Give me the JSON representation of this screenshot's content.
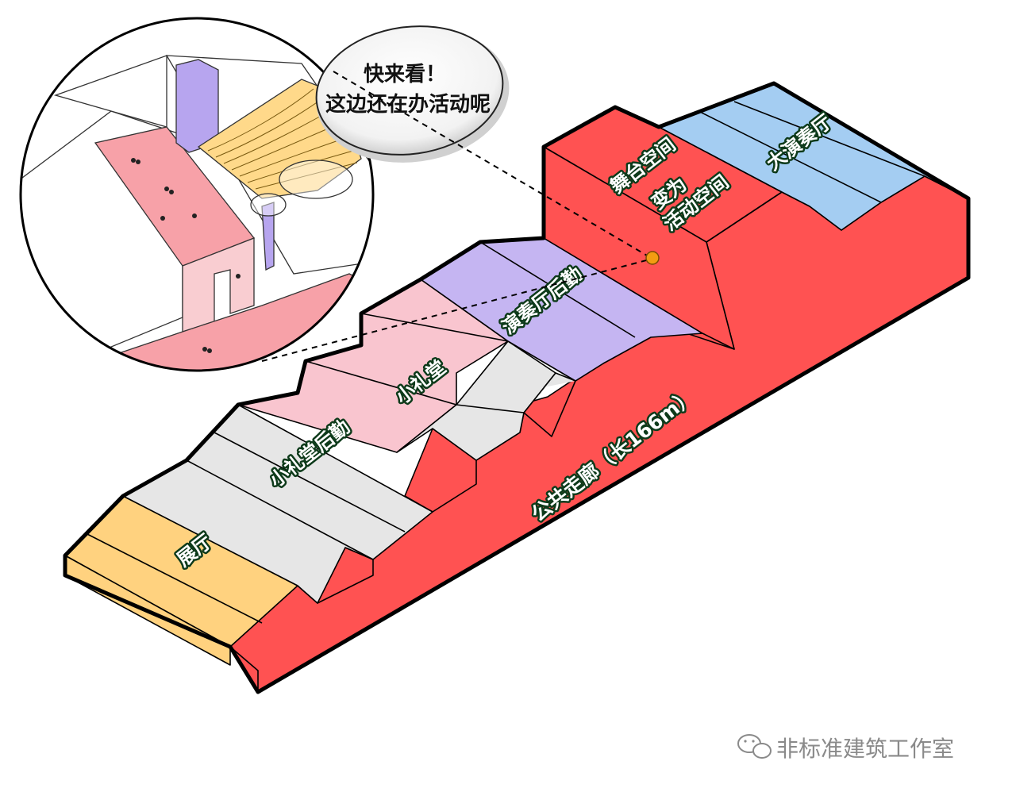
{
  "bubble": {
    "line1": "快来看！",
    "line2": "这边还在办活动呢"
  },
  "labels": {
    "exhibition": "展厅",
    "small_hall_backstage": "小礼堂后勤",
    "small_hall": "小礼堂",
    "concert_backstage": "演奏厅后勤",
    "stage_line1": "舞台空间",
    "stage_line2": "变为",
    "stage_line3": "活动空间",
    "grand_hall": "大演奏厅",
    "corridor": "公共走廊（长166m）"
  },
  "watermark": "非标准建筑工作室",
  "colors": {
    "corridor": "#ff5252",
    "exhibition": "#ffd27f",
    "backstage_grey": "#e6e6e6",
    "small_hall_pink": "#f9c5cf",
    "concert_purple": "#c5b5f2",
    "grand_hall_blue": "#a4cdf2",
    "marker": "#f39c12"
  }
}
